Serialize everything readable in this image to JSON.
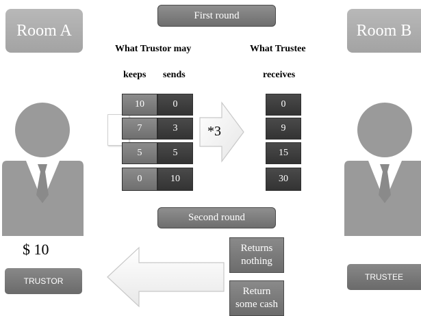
{
  "rooms": {
    "left": "Room A",
    "right": "Room B"
  },
  "rounds": {
    "first": "First round",
    "second": "Second round"
  },
  "trustor_header": "What Trustor may",
  "trustee_header": "What Trustee",
  "columns": {
    "keeps": "keeps",
    "sends": "sends",
    "receives": "receives"
  },
  "table_rows": [
    {
      "keeps": "10",
      "sends": "0",
      "receives": "0"
    },
    {
      "keeps": "7",
      "sends": "3",
      "receives": "9"
    },
    {
      "keeps": "5",
      "sends": "5",
      "receives": "15"
    },
    {
      "keeps": "0",
      "sends": "10",
      "receives": "30"
    }
  ],
  "multiplier": "*3",
  "endowment": "$ 10",
  "roles": {
    "trustor": "TRUSTOR",
    "trustee": "TRUSTEE"
  },
  "options": {
    "returns_nothing": "Returns nothing",
    "return_some_cash": "Return some cash"
  }
}
